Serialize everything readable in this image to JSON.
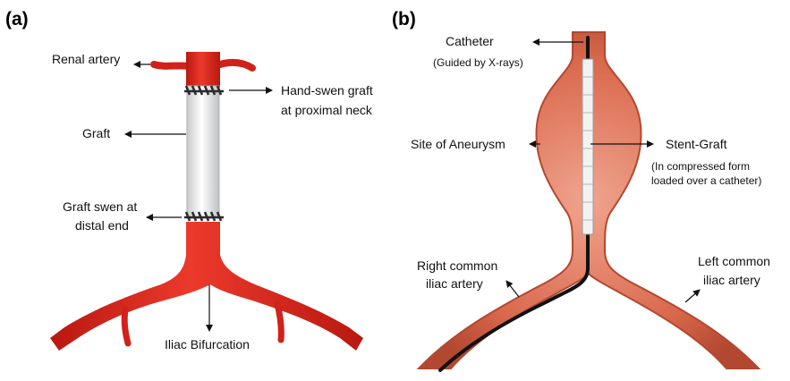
{
  "colors": {
    "artery_red": "#e3251c",
    "artery_dark": "#b81810",
    "graft_white": "#ecedee",
    "vessel_salmon": "#e0775c",
    "vessel_dark": "#b24830",
    "catheter": "#111111"
  },
  "panel_a": {
    "tag": "(a)",
    "labels": {
      "renal_artery": "Renal artery",
      "hand_sewn_1": "Hand-swen graft",
      "hand_sewn_2": "at proximal neck",
      "graft": "Graft",
      "graft_distal_1": "Graft swen at",
      "graft_distal_2": "distal end",
      "iliac_bifurcation": "Iliac Bifurcation"
    }
  },
  "panel_b": {
    "tag": "(b)",
    "labels": {
      "catheter": "Catheter",
      "catheter_note": "(Guided by X-rays)",
      "aneurysm": "Site of Aneurysm",
      "stent_graft": "Stent-Graft",
      "stent_note_1": "(In compressed form",
      "stent_note_2": "loaded over a catheter)",
      "right_iliac_1": "Right common",
      "right_iliac_2": "iliac artery",
      "left_iliac_1": "Left common",
      "left_iliac_2": "iliac artery"
    }
  }
}
